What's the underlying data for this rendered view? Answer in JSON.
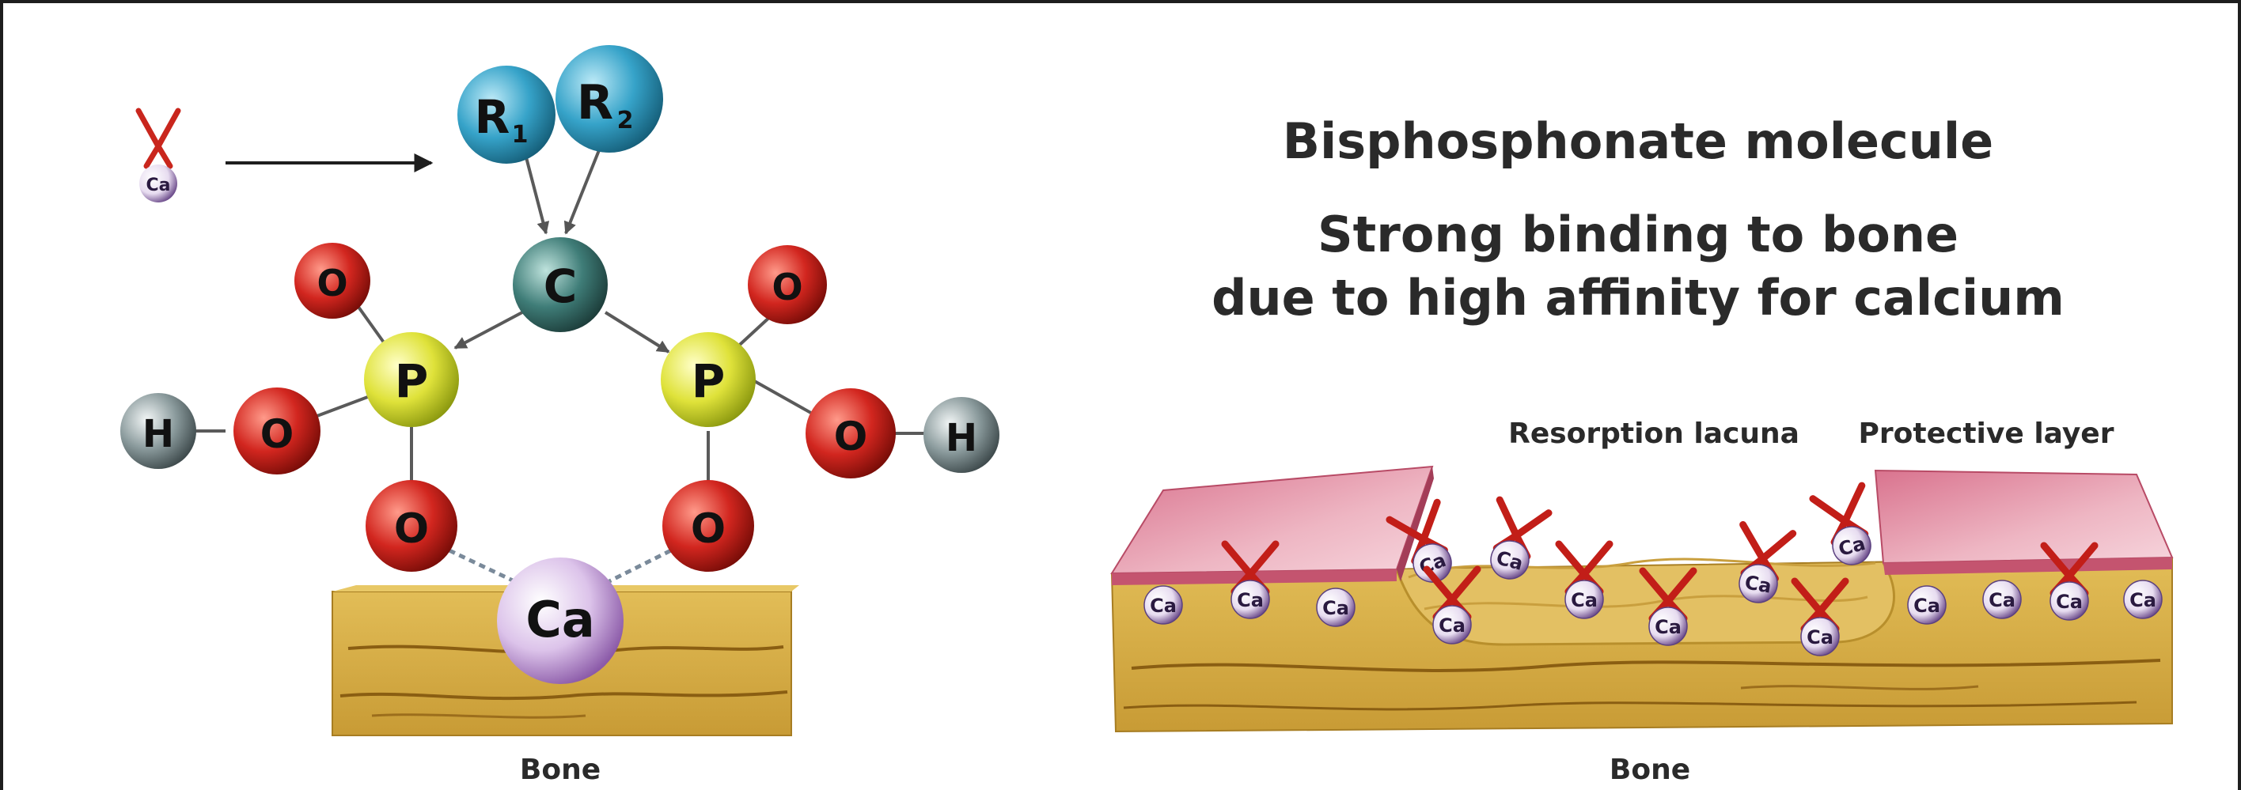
{
  "headline": "Bisphosphonate molecule",
  "subheadline_lines": [
    "Strong binding to bone",
    "due to high affinity for calcium"
  ],
  "labels": {
    "left_bone": "Bone",
    "right_bone": "Bone",
    "resorption_lacuna": "Resorption lacuna",
    "protective_layer": "Protective layer"
  },
  "atoms": {
    "r1": "R",
    "r1_sub": "1",
    "r2": "R",
    "r2_sub": "2",
    "carbon": "C",
    "phosphorus": "P",
    "oxygen": "O",
    "hydrogen": "H",
    "calcium": "Ca"
  },
  "colors": {
    "bone": "#d9b24a",
    "bone_dark": "#b88f2c",
    "protective_layer": "#e9a6b6",
    "oxygen": "#d2261f",
    "phosphorus": "#dfe23a",
    "carbon": "#3f7d78",
    "hydrogen": "#8a9a9c",
    "r_group": "#36a3c9",
    "calcium": "#c9a5dd",
    "text": "#2a2a2a"
  }
}
